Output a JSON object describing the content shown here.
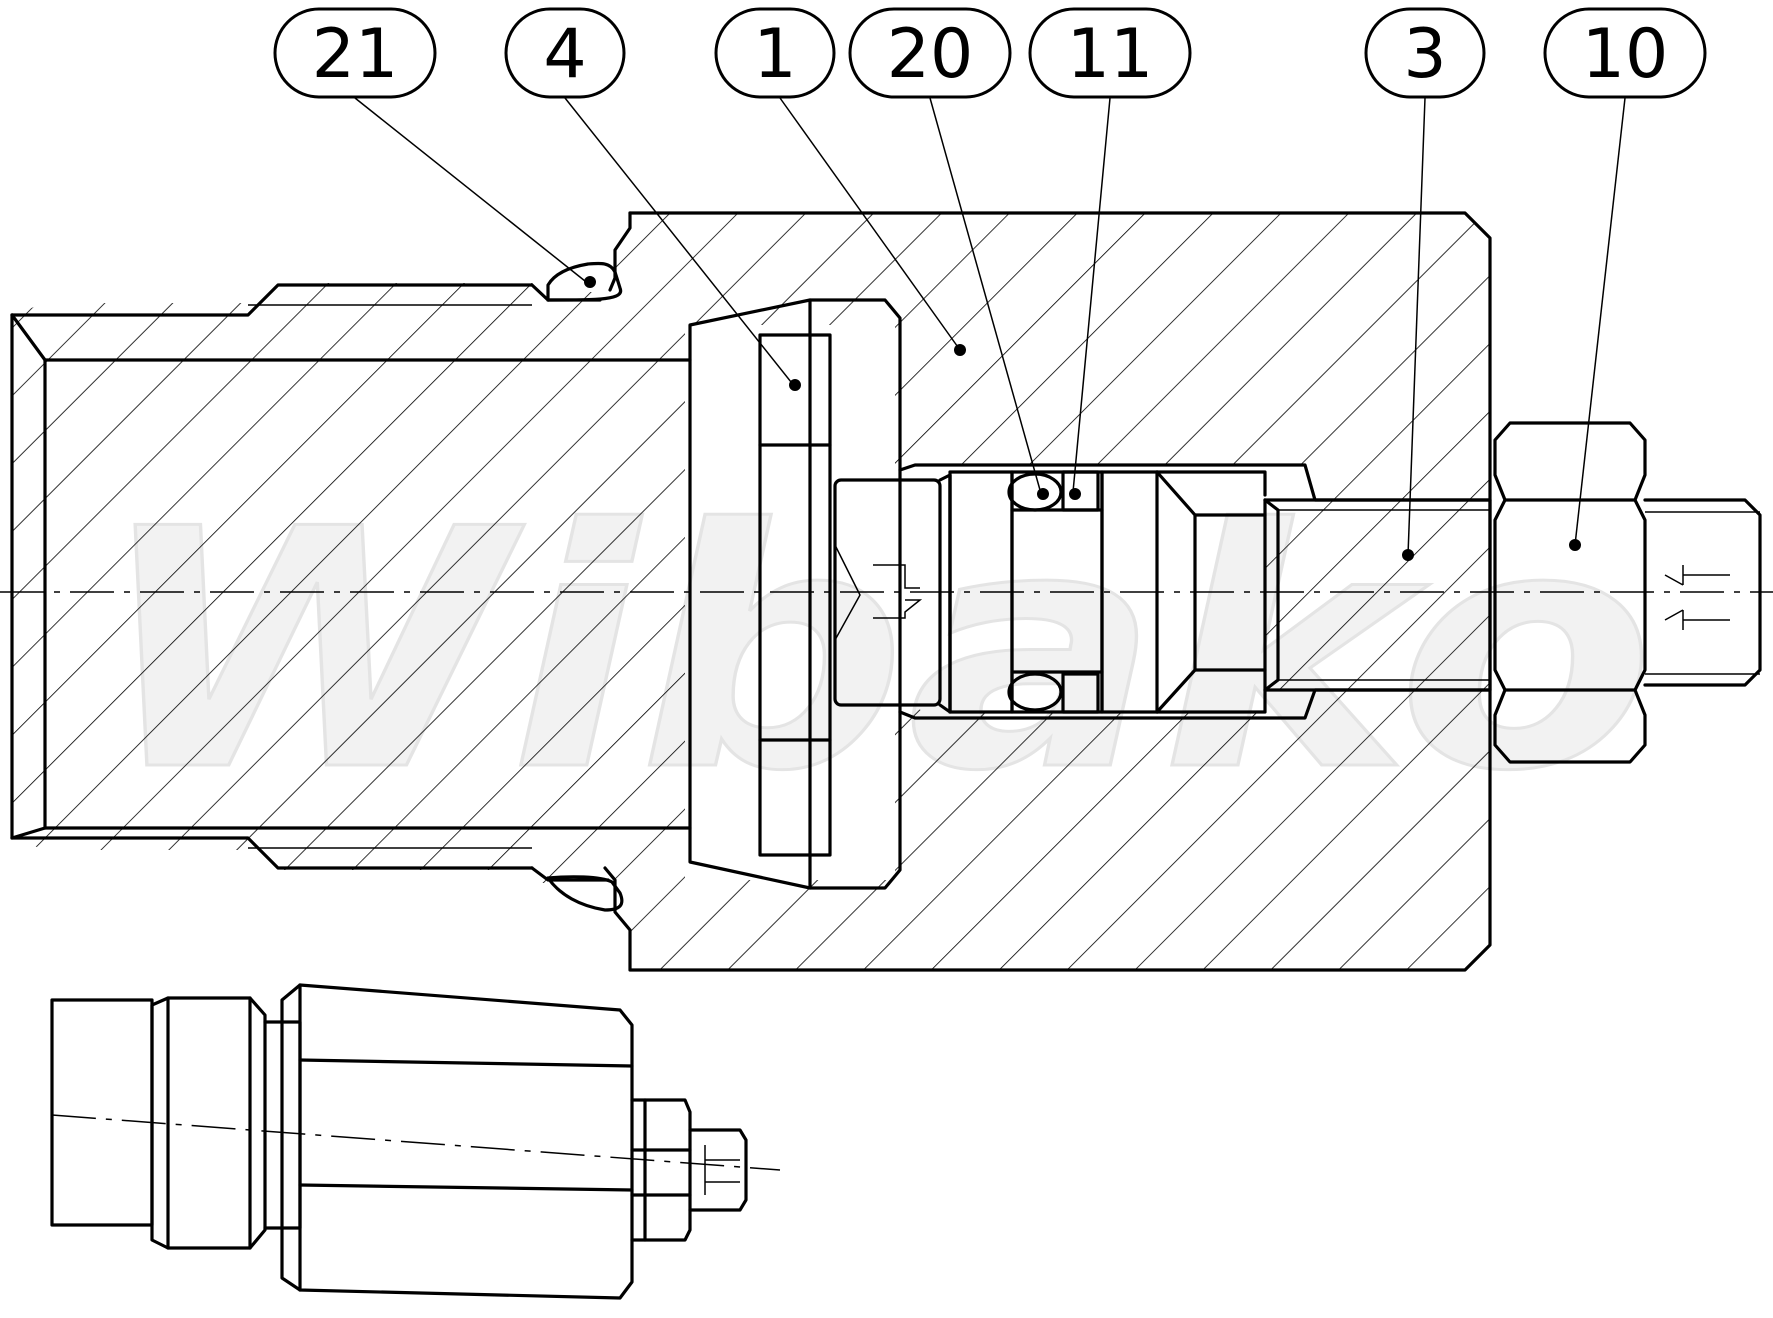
{
  "watermark": "Wibako",
  "callouts": [
    {
      "number": "21",
      "name": "callout-21"
    },
    {
      "number": "4",
      "name": "callout-4"
    },
    {
      "number": "1",
      "name": "callout-1"
    },
    {
      "number": "20",
      "name": "callout-20"
    },
    {
      "number": "11",
      "name": "callout-11"
    },
    {
      "number": "3",
      "name": "callout-3"
    },
    {
      "number": "10",
      "name": "callout-10"
    }
  ]
}
